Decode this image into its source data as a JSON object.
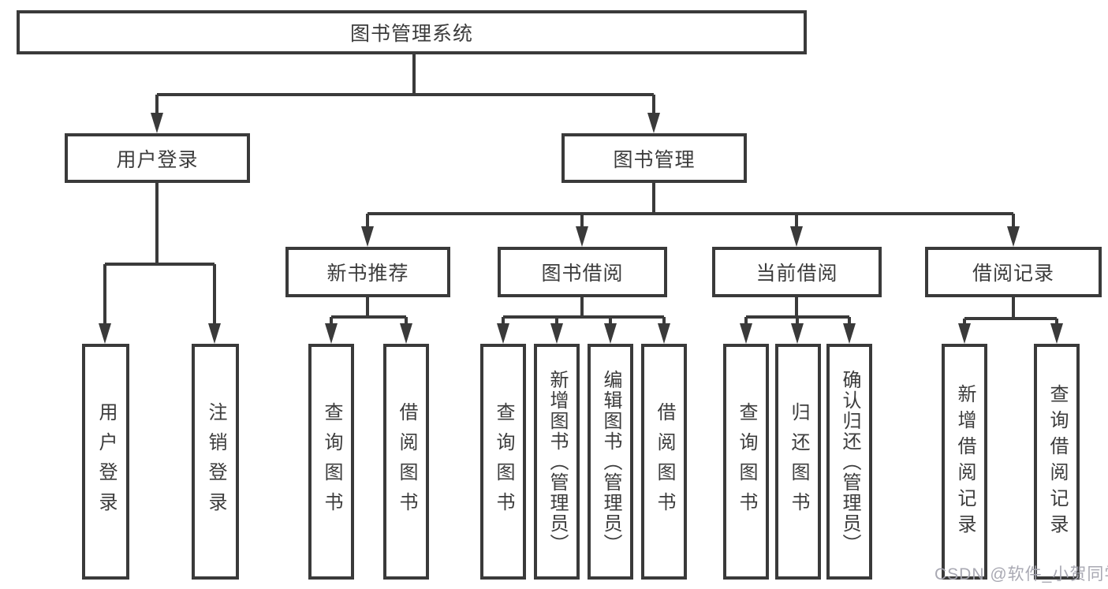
{
  "diagram": {
    "title": "图书管理系统",
    "nodes": {
      "root": "图书管理系统",
      "user_login": "用户登录",
      "book_management": "图书管理",
      "new_book_recommend": "新书推荐",
      "book_borrowing": "图书借阅",
      "current_borrowing": "当前借阅",
      "borrowing_records": "借阅记录",
      "leaf_user_login": "用户登录",
      "leaf_logout": "注销登录",
      "leaf_recommend_query": "查询图书",
      "leaf_recommend_borrow": "借阅图书",
      "leaf_borrow_query": "查询图书",
      "leaf_borrow_add": "新增图书（管理员）",
      "leaf_borrow_edit": "编辑图书（管理员）",
      "leaf_borrow_borrow": "借阅图书",
      "leaf_current_query": "查询图书",
      "leaf_current_return": "归还图书",
      "leaf_current_confirm": "确认归还（管理员）",
      "leaf_records_add": "新增借阅记录",
      "leaf_records_query": "查询借阅记录"
    },
    "colors": {
      "line": "#3a3a3a",
      "text": "#3c3c3c",
      "background": "#ffffff",
      "watermark": "#a4a4af"
    },
    "watermark": "CSDN @软件_小贺同学"
  }
}
